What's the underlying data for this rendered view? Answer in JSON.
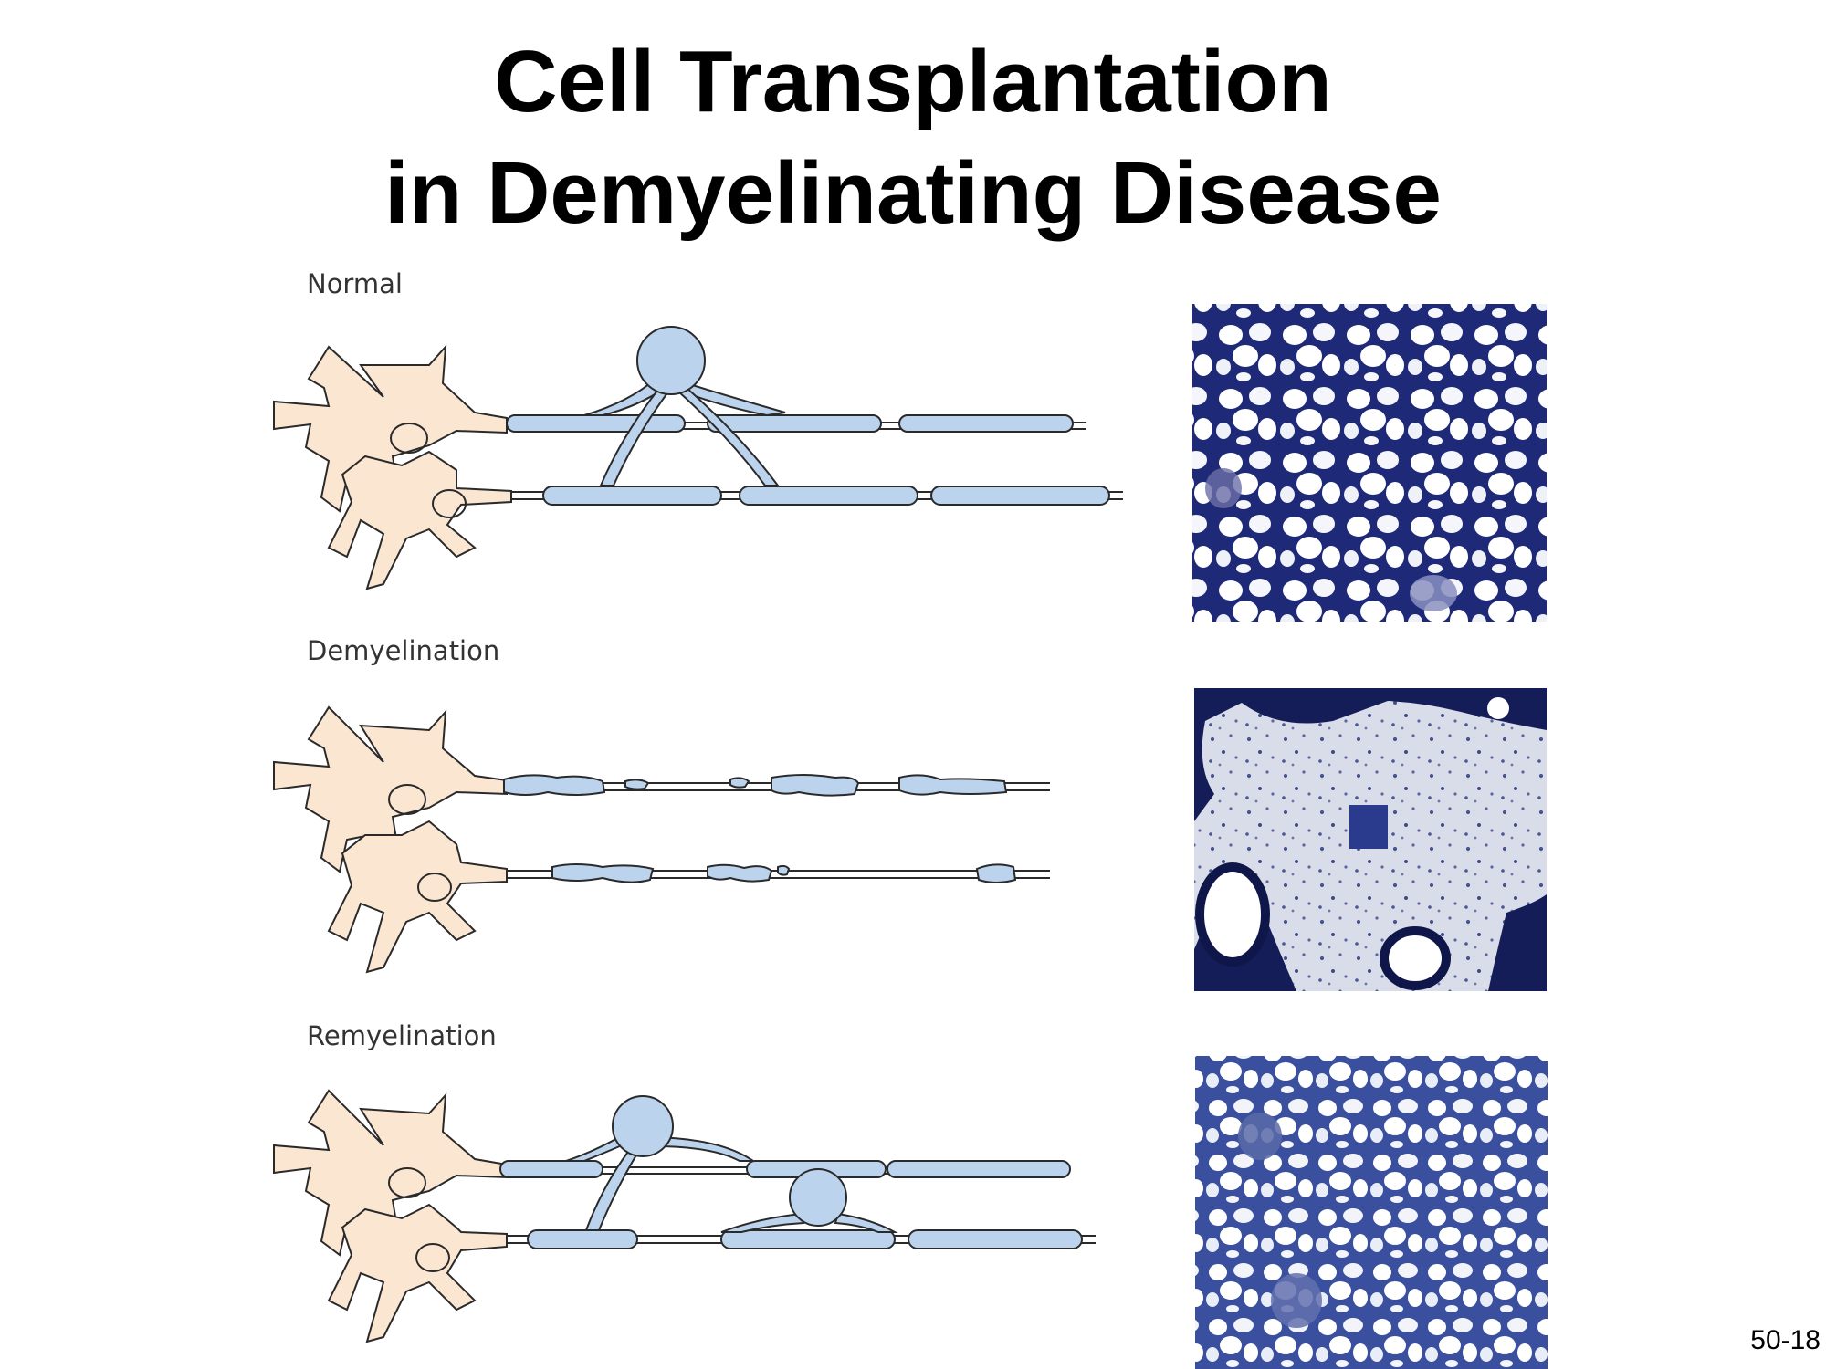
{
  "slide": {
    "title_line1": "Cell Transplantation",
    "title_line2": "in Demyelinating Disease",
    "slide_number": "50-18"
  },
  "panels": {
    "normal": {
      "label": "Normal"
    },
    "demyelination": {
      "label": "Demyelination"
    },
    "remyelination": {
      "label": "Remyelination"
    }
  },
  "colors": {
    "neuron_fill": "#fbe6d2",
    "myelin_fill": "#bcd3ee",
    "outline": "#2a2a2a",
    "micrograph_stain": "#1c2b7a",
    "micrograph_pale": "#d6dbe8"
  }
}
